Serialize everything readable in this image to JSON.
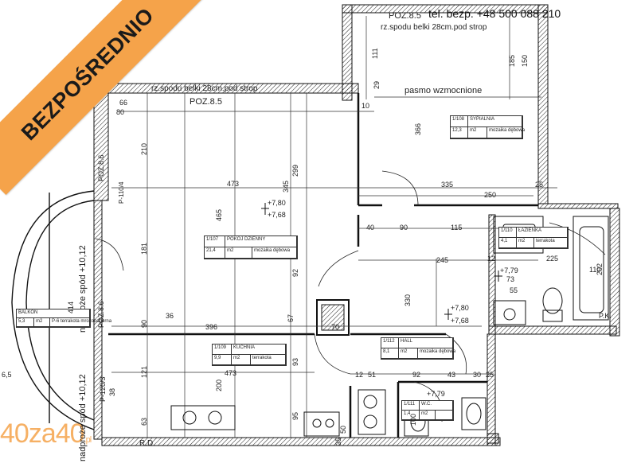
{
  "banner": "BEZPOŚREDNIO",
  "contact": "tel. bezp. +48 500 088 210",
  "logo": {
    "main": "40za40",
    "suffix": ".pl"
  },
  "rooms": [
    {
      "no": "1/107",
      "name": "POKÓJ DZIENNY",
      "area": "21,4",
      "unit": "m2",
      "floor": "mozaika dębowa"
    },
    {
      "no": "1/108",
      "name": "SYPIALNIA",
      "area": "12,3",
      "unit": "m2",
      "floor": "mozaika dębowa"
    },
    {
      "no": "1/109",
      "name": "KUCHNIA",
      "area": "9,9",
      "unit": "m2",
      "floor": "terrakota"
    },
    {
      "no": "1/110",
      "name": "ŁAZIENKA",
      "area": "4,1",
      "unit": "m2",
      "floor": "terrakota"
    },
    {
      "no": "1/112",
      "name": "HALL",
      "area": "8,1",
      "unit": "m2",
      "floor": "mozaika dębowa"
    },
    {
      "no": "1/111",
      "name": "W.C.",
      "area": "1,4",
      "unit": "m2",
      "floor": ""
    }
  ],
  "balcony": {
    "name": "BALKON",
    "area": "5,3",
    "unit": "m2",
    "floor": "P-6 terrakota mrozoodporna"
  },
  "notes": {
    "poz_top": "POZ.8.5",
    "poz_main": "POZ.8.5",
    "beam_top": "rz.spodu belki 28cm.pod strop",
    "beam_main": "rz.spodu belki 28cm.pod strop",
    "strip": "pasmo wzmocnione",
    "lintel1": "nadproże spód +10,12",
    "lintel2": "nadproże spód +10,12",
    "p110": "P-110/4",
    "p120": "P-120/3",
    "poz86a": "POZ.8.6",
    "poz86b": "POZ.8.6",
    "level1": "+7,80",
    "level1b": "+7,68",
    "level2": "+7,79",
    "level3": "+7,80",
    "level3b": "+7,68",
    "level4": "+7,79",
    "rd": "R.D.",
    "pk": "P.K."
  },
  "dimensions": [
    "66",
    "80",
    "210",
    "473",
    "465",
    "299",
    "345",
    "181",
    "414",
    "396",
    "36",
    "90",
    "67",
    "92",
    "330",
    "245",
    "121",
    "473",
    "200",
    "93",
    "95",
    "63",
    "70",
    "90",
    "40",
    "115",
    "335",
    "250",
    "25",
    "225",
    "110",
    "202",
    "12",
    "73",
    "55",
    "366",
    "185",
    "150",
    "111",
    "29",
    "10",
    "51",
    "12",
    "92",
    "43",
    "30",
    "25",
    "100",
    "35",
    "50",
    "6,5",
    "38"
  ]
}
